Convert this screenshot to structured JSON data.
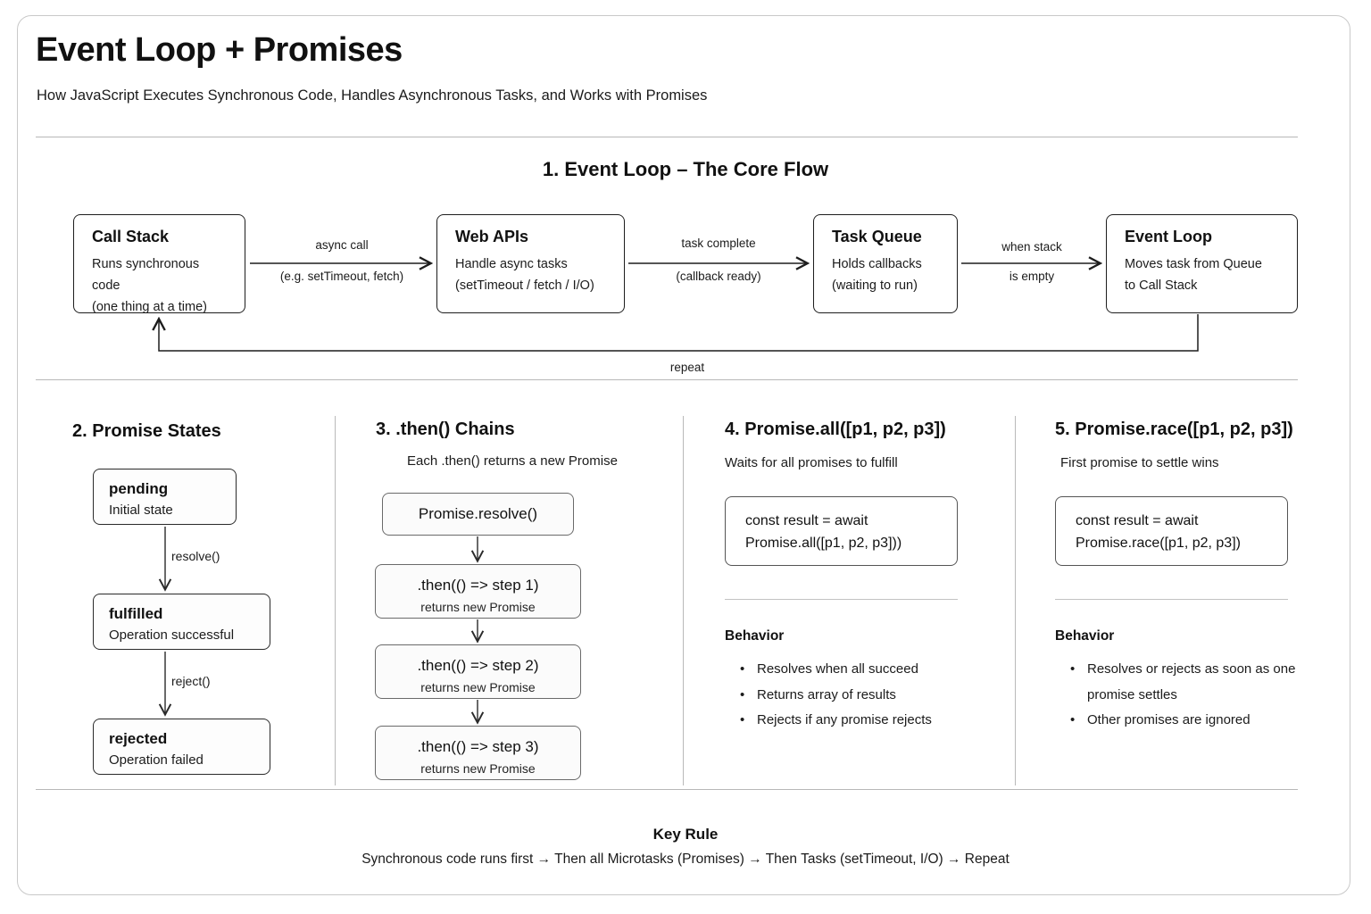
{
  "header": {
    "title": "Event Loop + Promises",
    "subtitle": "How JavaScript Executes Synchronous Code, Handles Asynchronous Tasks, and Works with Promises"
  },
  "section1": {
    "title": "1. Event Loop – The Core Flow",
    "boxes": [
      {
        "title": "Call Stack",
        "line1": "Runs synchronous code",
        "line2": "(one thing at a time)"
      },
      {
        "title": "Web APIs",
        "line1": "Handle async tasks",
        "line2": "(setTimeout / fetch / I/O)"
      },
      {
        "title": "Task Queue",
        "line1": "Holds callbacks",
        "line2": "(waiting to run)"
      },
      {
        "title": "Event Loop",
        "line1": "Moves task from Queue",
        "line2": "to Call Stack"
      }
    ],
    "connectors": [
      {
        "above": "async call",
        "below": "(e.g. setTimeout, fetch)"
      },
      {
        "above": "task complete",
        "below": "(callback ready)"
      },
      {
        "above": "when stack",
        "below": "is empty"
      }
    ],
    "feedback_label": "repeat"
  },
  "section2": {
    "title": "2. Promise States",
    "states": [
      {
        "name": "pending",
        "desc": "Initial state"
      },
      {
        "name": "fulfilled",
        "desc": "Operation successful"
      },
      {
        "name": "rejected",
        "desc": "Operation failed"
      }
    ],
    "transitions": [
      "resolve()",
      "reject()"
    ]
  },
  "section3": {
    "title": "3. .then() Chains",
    "subtitle": "Each  .then() returns a new Promise",
    "steps": [
      {
        "label": "Promise.resolve()",
        "sub": ""
      },
      {
        "label": ".then(() => step 1)",
        "sub": "returns new Promise"
      },
      {
        "label": ".then(() => step 2)",
        "sub": "returns new Promise"
      },
      {
        "label": ".then(() => step 3)",
        "sub": "returns new Promise"
      }
    ]
  },
  "section4": {
    "title": "4. Promise.all([p1, p2, p3])",
    "subtitle": "Waits for all promises to fulfill",
    "code_line1": "const result = await",
    "code_line2": "Promise.all([p1, p2, p3]))",
    "behavior_heading": "Behavior",
    "bullets": [
      "Resolves when all succeed",
      "Returns array of results",
      "Rejects if any promise rejects"
    ]
  },
  "section5": {
    "title": "5. Promise.race([p1, p2, p3])",
    "subtitle": "First promise to settle wins",
    "code_line1": "const result = await",
    "code_line2": "Promise.race([p1, p2, p3])",
    "behavior_heading": "Behavior",
    "bullets": [
      "Resolves or rejects as soon as one promise settles",
      "Other promises are ignored"
    ]
  },
  "footer": {
    "heading": "Key Rule",
    "text": "Synchronous code runs first → Then all Microtasks (Promises) → Then Tasks (setTimeout, I/O) → Repeat"
  }
}
